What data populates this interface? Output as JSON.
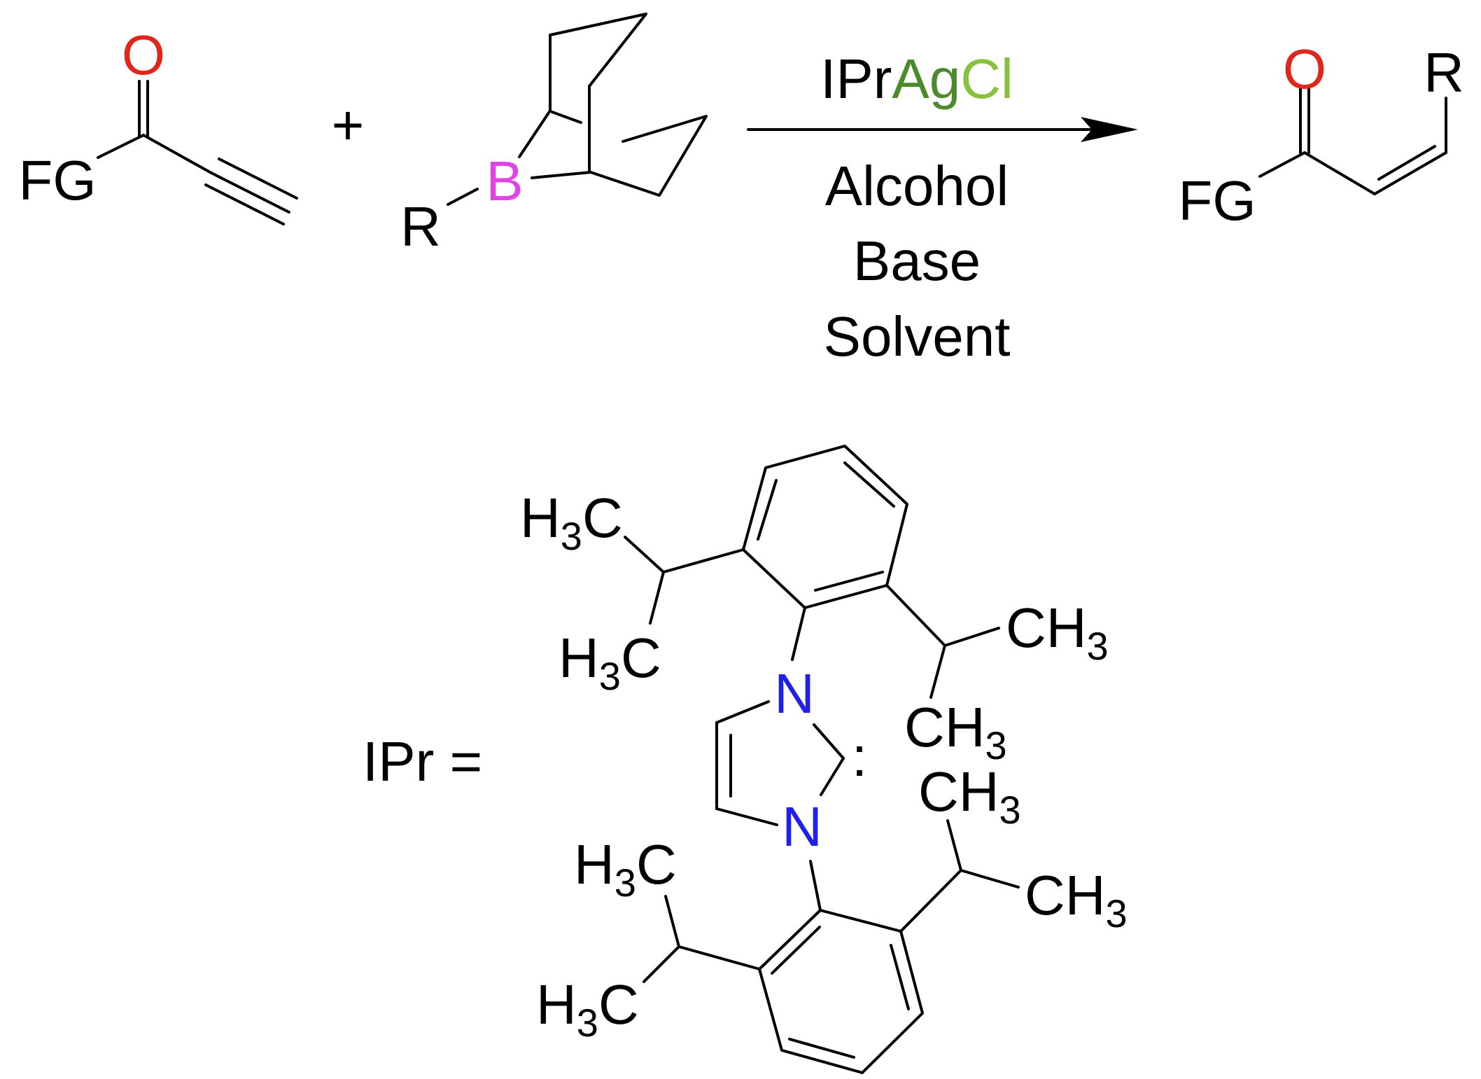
{
  "colors": {
    "bond": "#000000",
    "text": "#000000",
    "oxygen": "#E1271B",
    "boron": "#E243E4",
    "nitrogen": "#2020E8",
    "silver": "#4C8A2C",
    "chlorine": "#86C23F"
  },
  "reactant_alkyne": {
    "oxygen": "O",
    "group": "FG"
  },
  "plus": "+",
  "reactant_borane": {
    "boron": "B",
    "group": "R"
  },
  "conditions": {
    "catalyst": {
      "part1": "IPr",
      "part2": "Ag",
      "part3": "Cl"
    },
    "line1": "Alcohol",
    "line2": "Base",
    "line3": "Solvent"
  },
  "product": {
    "oxygen": "O",
    "group_r": "R",
    "group_fg": "FG"
  },
  "ipr": {
    "label": "IPr =",
    "nitrogen": "N",
    "carbene": ":",
    "methyl_h": "H",
    "methyl_c": "C",
    "methyl_ch": "CH",
    "methyl_sub": "3"
  }
}
